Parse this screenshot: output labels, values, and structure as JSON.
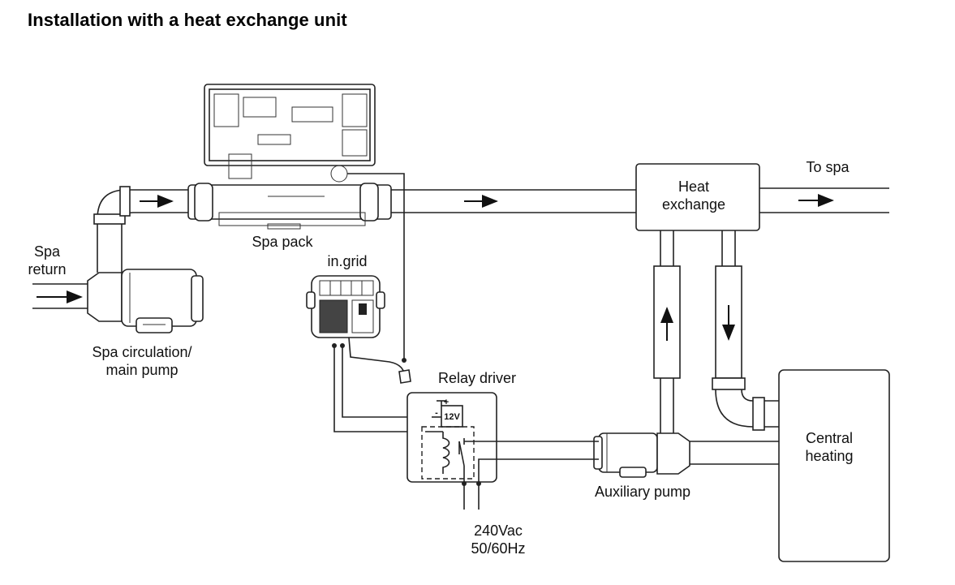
{
  "title": "Installation with a heat exchange unit",
  "labels": {
    "spa_return_1": "Spa",
    "spa_return_2": "return",
    "spa_pack": "Spa pack",
    "in_grid": "in.grid",
    "spa_circ_1": "Spa circulation/",
    "spa_circ_2": "main pump",
    "relay_driver": "Relay driver",
    "heat_exchange_1": "Heat",
    "heat_exchange_2": "exchange",
    "to_spa": "To spa",
    "central_heating_1": "Central",
    "central_heating_2": "heating",
    "auxiliary_pump": "Auxiliary pump",
    "power_1": "240Vac",
    "power_2": "50/60Hz",
    "relay_plus": "+",
    "relay_minus": "-",
    "relay_voltage": "12V"
  },
  "icons": {
    "flow_arrow": "arrow-icon"
  },
  "colors": {
    "line": "#222222",
    "background": "#ffffff"
  }
}
